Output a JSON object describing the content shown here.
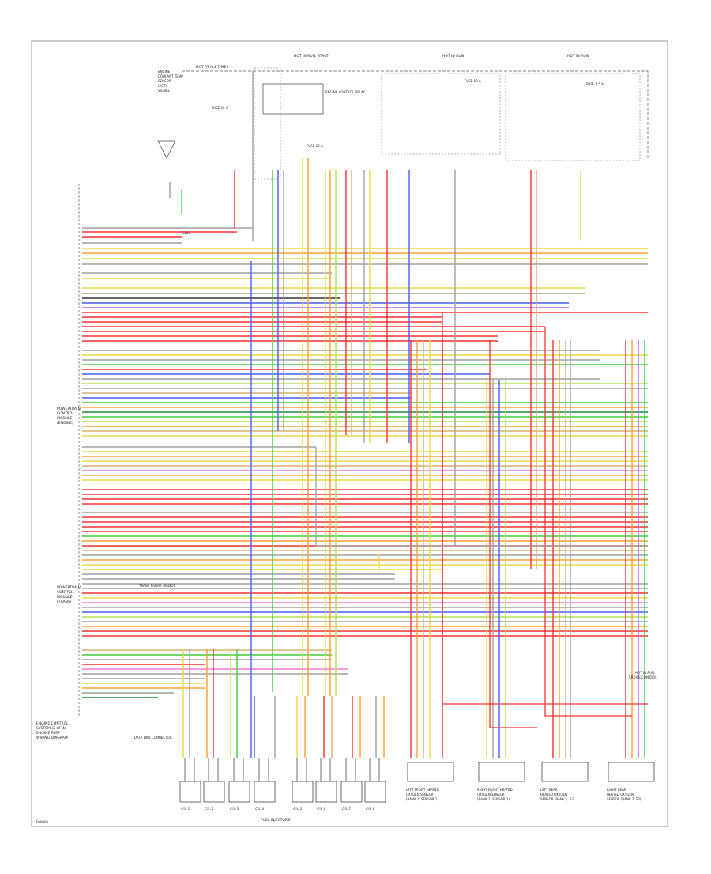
{
  "diagram": {
    "figure_id": "F00000",
    "frame_color": "#9a9a9a"
  },
  "labels": {
    "ecm_block_top": [
      "POWERTRAIN",
      "CONTROL",
      "MODULE",
      "(ENGINE)"
    ],
    "ecm_block_bottom": [
      "POWERTRAIN",
      "CONTROL",
      "MODULE",
      "(TRANS)"
    ],
    "top_power_a": "HOT AT ALL TIMES",
    "top_power_b": "HOT IN RUN, START",
    "top_power_c": "HOT IN RUN",
    "top_power_d": "HOT IN RUN",
    "relay_a": "ENGINE CONTROL RELAY",
    "fuse_a": "FUSE 15 A",
    "fuse_b": "FUSE 20 A",
    "fuse_c": "FUSE 10 A",
    "fuse_d": "FUSE 7.5 A",
    "ground_box": "G102",
    "fuel_injectors": "FUEL INJECTORS",
    "bottom_left_note": [
      "ENGINE CONTROL",
      "SYSTEM (2 OF 4)",
      "ENGINE PERF.",
      "WIRING DIAGRAM"
    ],
    "trans_range": "TRANS RANGE SENSOR",
    "obd_ground": "DATA LINK CONNECTOR",
    "sensor_1": [
      "LEFT FRONT HEATED",
      "OXYGEN SENSOR",
      "(BANK 1, SENSOR 1)"
    ],
    "sensor_2": [
      "RIGHT FRONT HEATED",
      "OXYGEN SENSOR",
      "(BANK 2, SENSOR 1)"
    ],
    "sensor_3": [
      "LEFT REAR",
      "HEATED OXYGEN",
      "SENSOR (BANK 1, S2)"
    ],
    "sensor_4": [
      "RIGHT REAR",
      "HEATED OXYGEN",
      "SENSOR (BANK 2, S2)"
    ],
    "injector_names": [
      "CYL 1",
      "CYL 2",
      "CYL 3",
      "CYL 4",
      "CYL 5",
      "CYL 6",
      "CYL 7",
      "CYL 8"
    ],
    "top_left_block": [
      "ENGINE",
      "COOLANT TEMP",
      "SENSOR",
      "(ECT)",
      "SIGNAL"
    ],
    "mid_right_note": [
      "HOT IN RUN",
      "CRUISE CONTROL"
    ]
  },
  "wires": {
    "colors": {
      "red": "#ff3030",
      "blue": "#4a5cff",
      "green": "#3ccf3c",
      "yellow": "#e8d84a",
      "orange": "#ffa030",
      "pink": "#ff7ad9",
      "violet": "#b45cff",
      "grey": "#a0a0a0",
      "tan": "#d6b070",
      "lime": "#b0e050",
      "black": "#303030",
      "dkgreen": "#1e8a3a",
      "brown": "#9a6030"
    }
  }
}
